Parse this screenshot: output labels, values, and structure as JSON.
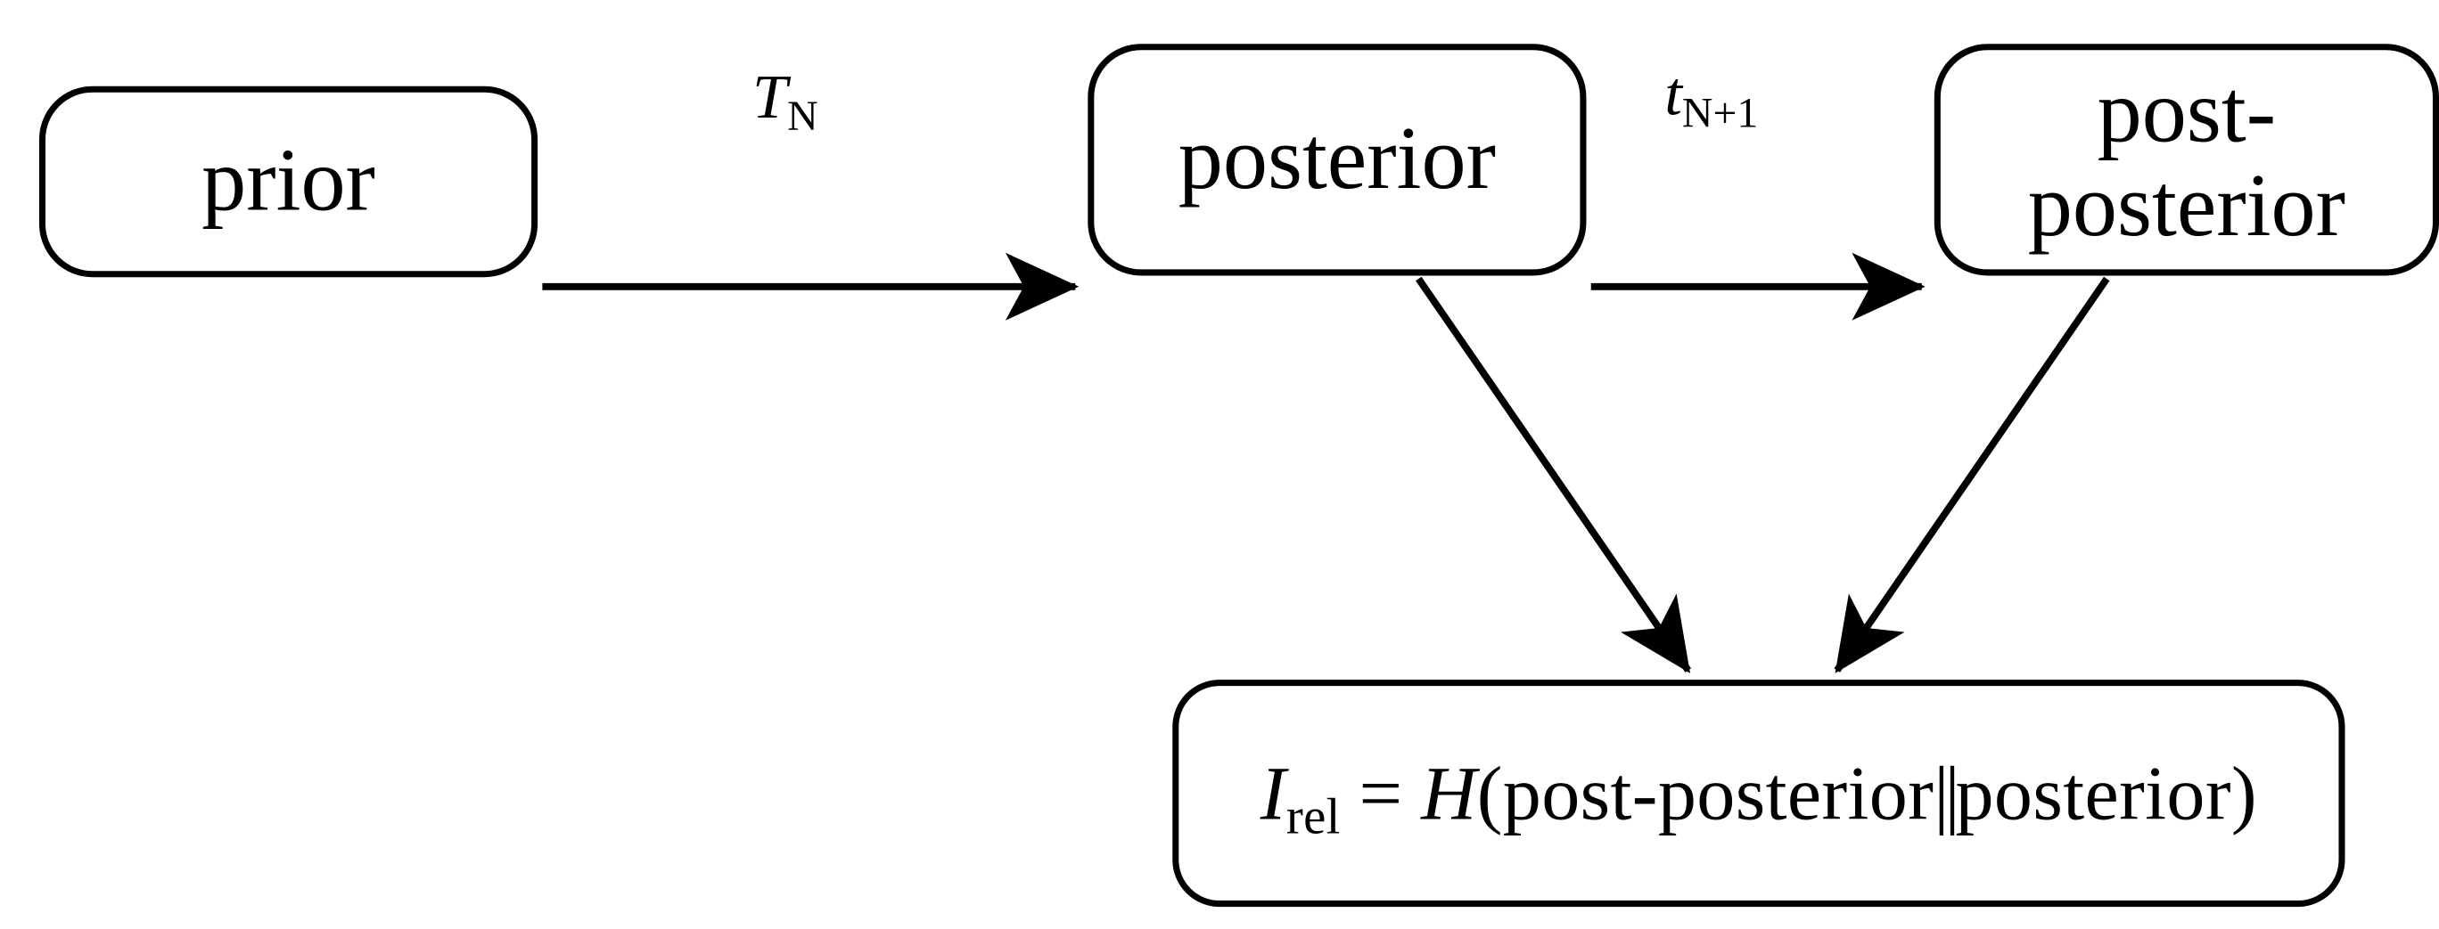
{
  "diagram": {
    "title": "Bayesian update information gain flow",
    "background_color": "#ffffff",
    "stroke_color": "#000000",
    "nodes": [
      {
        "id": "prior",
        "label": "prior",
        "shape": "rounded-rectangle"
      },
      {
        "id": "posterior",
        "label": "posterior",
        "shape": "rounded-rectangle"
      },
      {
        "id": "post-posterior",
        "label": "post-\nposterior",
        "line1": "post-",
        "line2": "posterior",
        "shape": "rounded-rectangle"
      },
      {
        "id": "formula",
        "label": "I_rel = H(post-posterior||posterior)",
        "shape": "rounded-rectangle"
      }
    ],
    "formula": {
      "symbol": "I",
      "subscript": "rel",
      "equals": "=",
      "function": "H",
      "open_paren": "(",
      "argument_1": "post-posterior",
      "separator": "||",
      "argument_2": "posterior",
      "close_paren": ")"
    },
    "edges": [
      {
        "id": "prior-to-posterior",
        "from": "prior",
        "to": "posterior",
        "label_symbol": "T",
        "label_sub": "N",
        "arrow": true
      },
      {
        "id": "posterior-to-post-posterior",
        "from": "posterior",
        "to": "post-posterior",
        "label_symbol": "t",
        "label_sub": "N+1",
        "arrow": true
      },
      {
        "id": "posterior-to-formula",
        "from": "posterior",
        "to": "formula",
        "label_symbol": "",
        "label_sub": "",
        "arrow": true
      },
      {
        "id": "post-posterior-to-formula",
        "from": "post-posterior",
        "to": "formula",
        "label_symbol": "",
        "label_sub": "",
        "arrow": true
      }
    ]
  }
}
